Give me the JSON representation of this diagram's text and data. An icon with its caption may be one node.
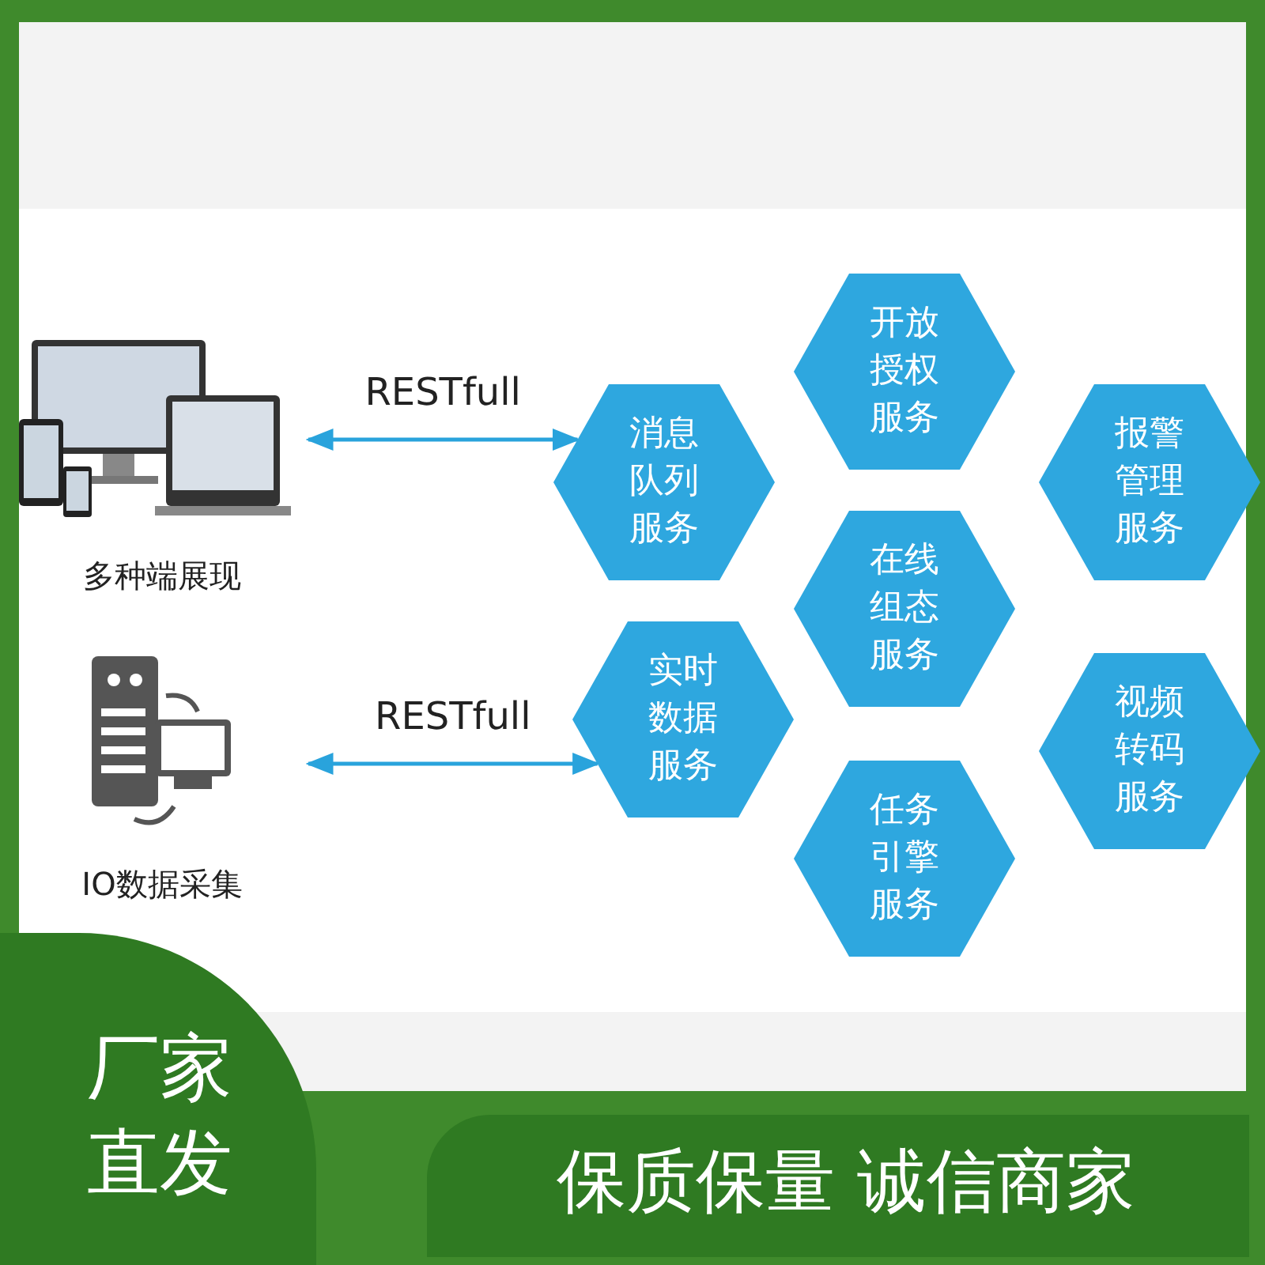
{
  "diagram": {
    "nodes": [
      {
        "text": [
          "多种端展现"
        ]
      },
      {
        "text": [
          "IO数据采集"
        ]
      },
      {
        "text": [
          "消息队列服务"
        ]
      },
      {
        "text": [
          "开放授权服务"
        ]
      },
      {
        "text": [
          "在线组态服务"
        ]
      },
      {
        "text": [
          "报警管理服务"
        ]
      },
      {
        "text": [
          "实时数据服务"
        ]
      },
      {
        "text": [
          "任务引擎服务"
        ]
      },
      {
        "text": [
          "视频转码服务"
        ]
      }
    ],
    "edges": [
      {
        "from": 0,
        "to": 2,
        "arrow": "both",
        "label": "RESTfull"
      },
      {
        "from": 1,
        "to": 6,
        "arrow": "both",
        "label": "RESTfull"
      }
    ],
    "labels": [
      "厂家直发",
      "保质保量 诚信商家"
    ]
  }
}
